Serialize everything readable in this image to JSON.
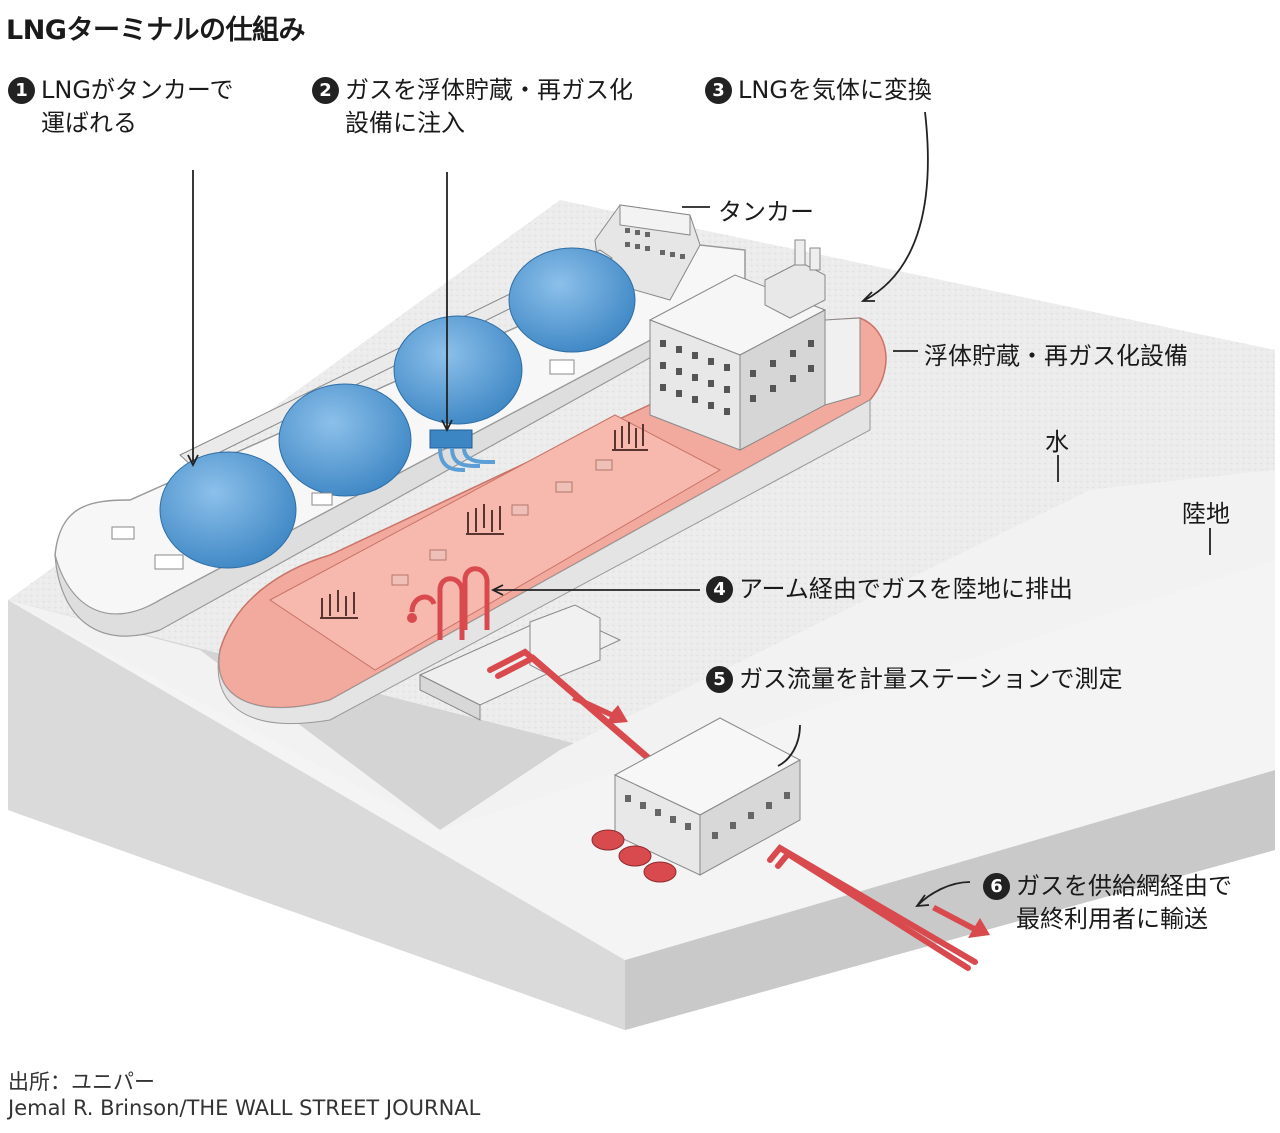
{
  "title": "LNGターミナルの仕組み",
  "steps": [
    {
      "num": "1",
      "line1": "LNGがタンカーで",
      "line2": "運ばれる"
    },
    {
      "num": "2",
      "line1": "ガスを浮体貯蔵・再ガス化",
      "line2": "設備に注入"
    },
    {
      "num": "3",
      "line1": "LNGを気体に変換",
      "line2": ""
    },
    {
      "num": "4",
      "line1": "アーム経由でガスを陸地に排出",
      "line2": ""
    },
    {
      "num": "5",
      "line1": "ガス流量を計量ステーションで測定",
      "line2": ""
    },
    {
      "num": "6",
      "line1": "ガスを供給網経由で",
      "line2": "最終利用者に輸送"
    }
  ],
  "labels": {
    "tanker": "タンカー",
    "fsru": "浮体貯蔵・再ガス化設備",
    "water": "水",
    "land": "陸地"
  },
  "credits": {
    "source": "出所：ユニパー",
    "byline": "Jemal R. Brinson/THE WALL STREET JOURNAL"
  },
  "colors": {
    "tank_blue": "#5b9fd6",
    "fsru_pink": "#f0a398",
    "pipe_red": "#d94a4f",
    "terrain": "#e9e9e9"
  }
}
